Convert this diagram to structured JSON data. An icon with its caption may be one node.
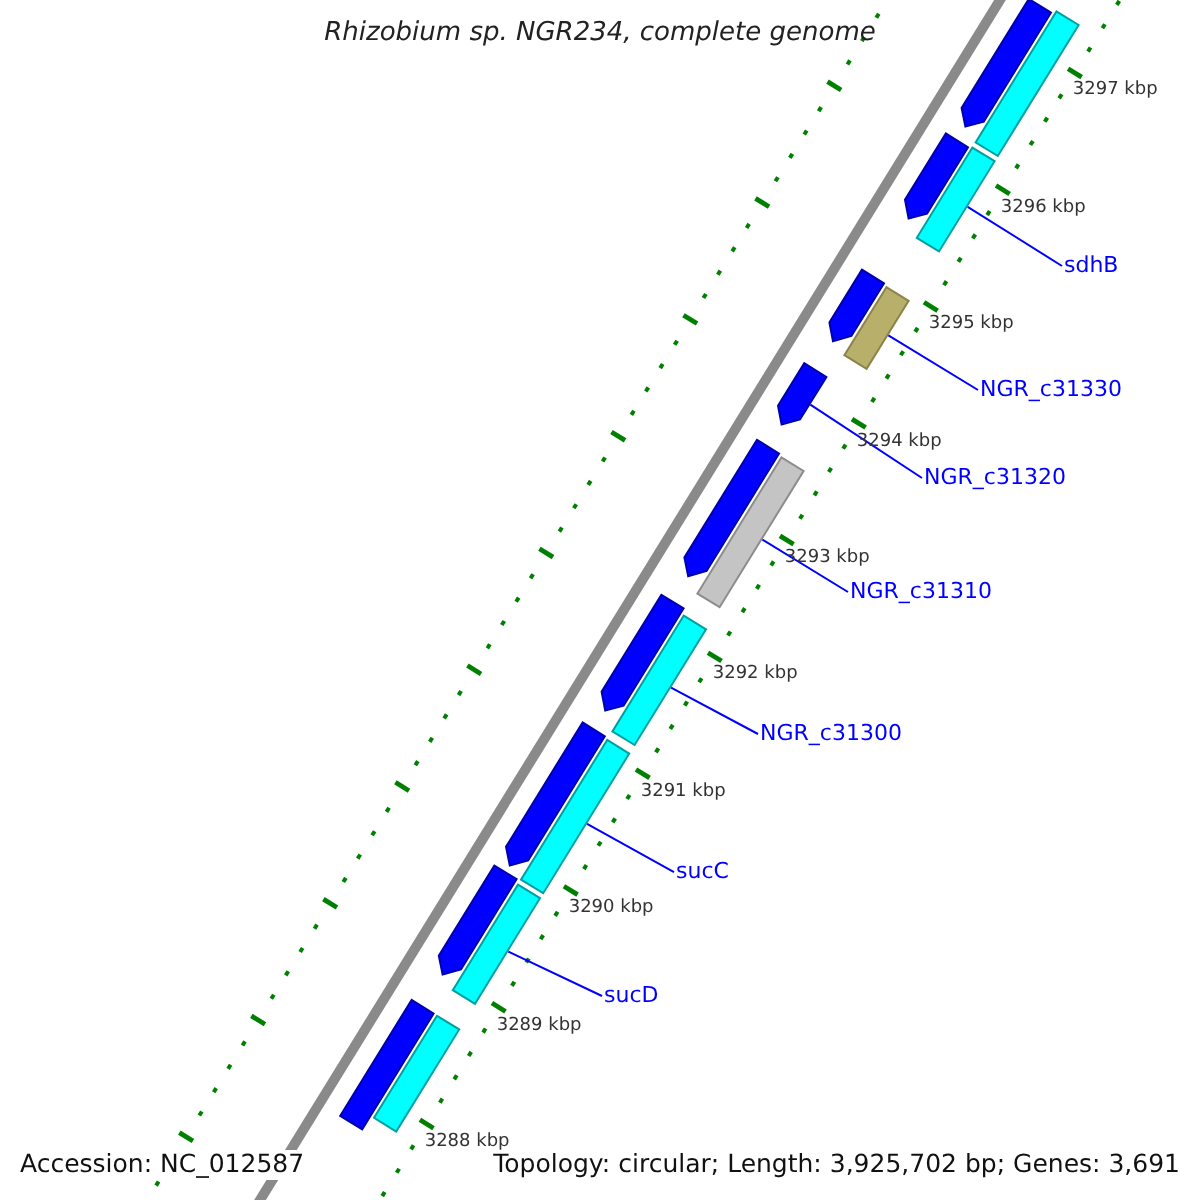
{
  "diagram": {
    "title": "Rhizobium sp. NGR234, complete genome",
    "nodes": [
      {
        "text": [],
        "shape": "bar"
      },
      {
        "text": [],
        "shape": "bar"
      },
      {
        "text": [],
        "shape": "bar"
      },
      {
        "text": [],
        "shape": "bar"
      },
      {
        "text": [
          "sdhB"
        ]
      },
      {
        "text": [],
        "shape": "bar"
      },
      {
        "text": [],
        "shape": "bar"
      },
      {
        "text": [
          "NGR_c31330"
        ]
      },
      {
        "text": [],
        "shape": "bar"
      },
      {
        "text": [
          "NGR_c31320"
        ]
      },
      {
        "text": [],
        "shape": "bar"
      },
      {
        "text": [],
        "shape": "bar"
      },
      {
        "text": [
          "NGR_c31310"
        ]
      },
      {
        "text": [],
        "shape": "bar"
      },
      {
        "text": [],
        "shape": "bar"
      },
      {
        "text": [
          "NGR_c31300"
        ]
      },
      {
        "text": [],
        "shape": "bar"
      },
      {
        "text": [],
        "shape": "bar"
      },
      {
        "text": [
          "sucC"
        ]
      },
      {
        "text": [],
        "shape": "bar"
      },
      {
        "text": [],
        "shape": "bar"
      },
      {
        "text": [
          "sucD"
        ]
      },
      {
        "text": [],
        "shape": "bar"
      },
      {
        "text": [],
        "shape": "bar"
      }
    ],
    "edges": [
      {
        "from": 4,
        "to": 3,
        "arrow": "none"
      },
      {
        "from": 7,
        "to": 6,
        "arrow": "none"
      },
      {
        "from": 9,
        "to": 8,
        "arrow": "none"
      },
      {
        "from": 12,
        "to": 11,
        "arrow": "none"
      },
      {
        "from": 15,
        "to": 14,
        "arrow": "none"
      },
      {
        "from": 18,
        "to": 17,
        "arrow": "none"
      },
      {
        "from": 21,
        "to": 20,
        "arrow": "none"
      }
    ],
    "labels": [
      "3297 kbp",
      "3296 kbp",
      "3295 kbp",
      "3294 kbp",
      "3293 kbp",
      "3292 kbp",
      "3291 kbp",
      "3290 kbp",
      "3289 kbp",
      "3288 kbp",
      "Accession: NC_012587",
      "Topology: circular; Length: 3,925,702 bp; Genes: 3,691"
    ]
  }
}
